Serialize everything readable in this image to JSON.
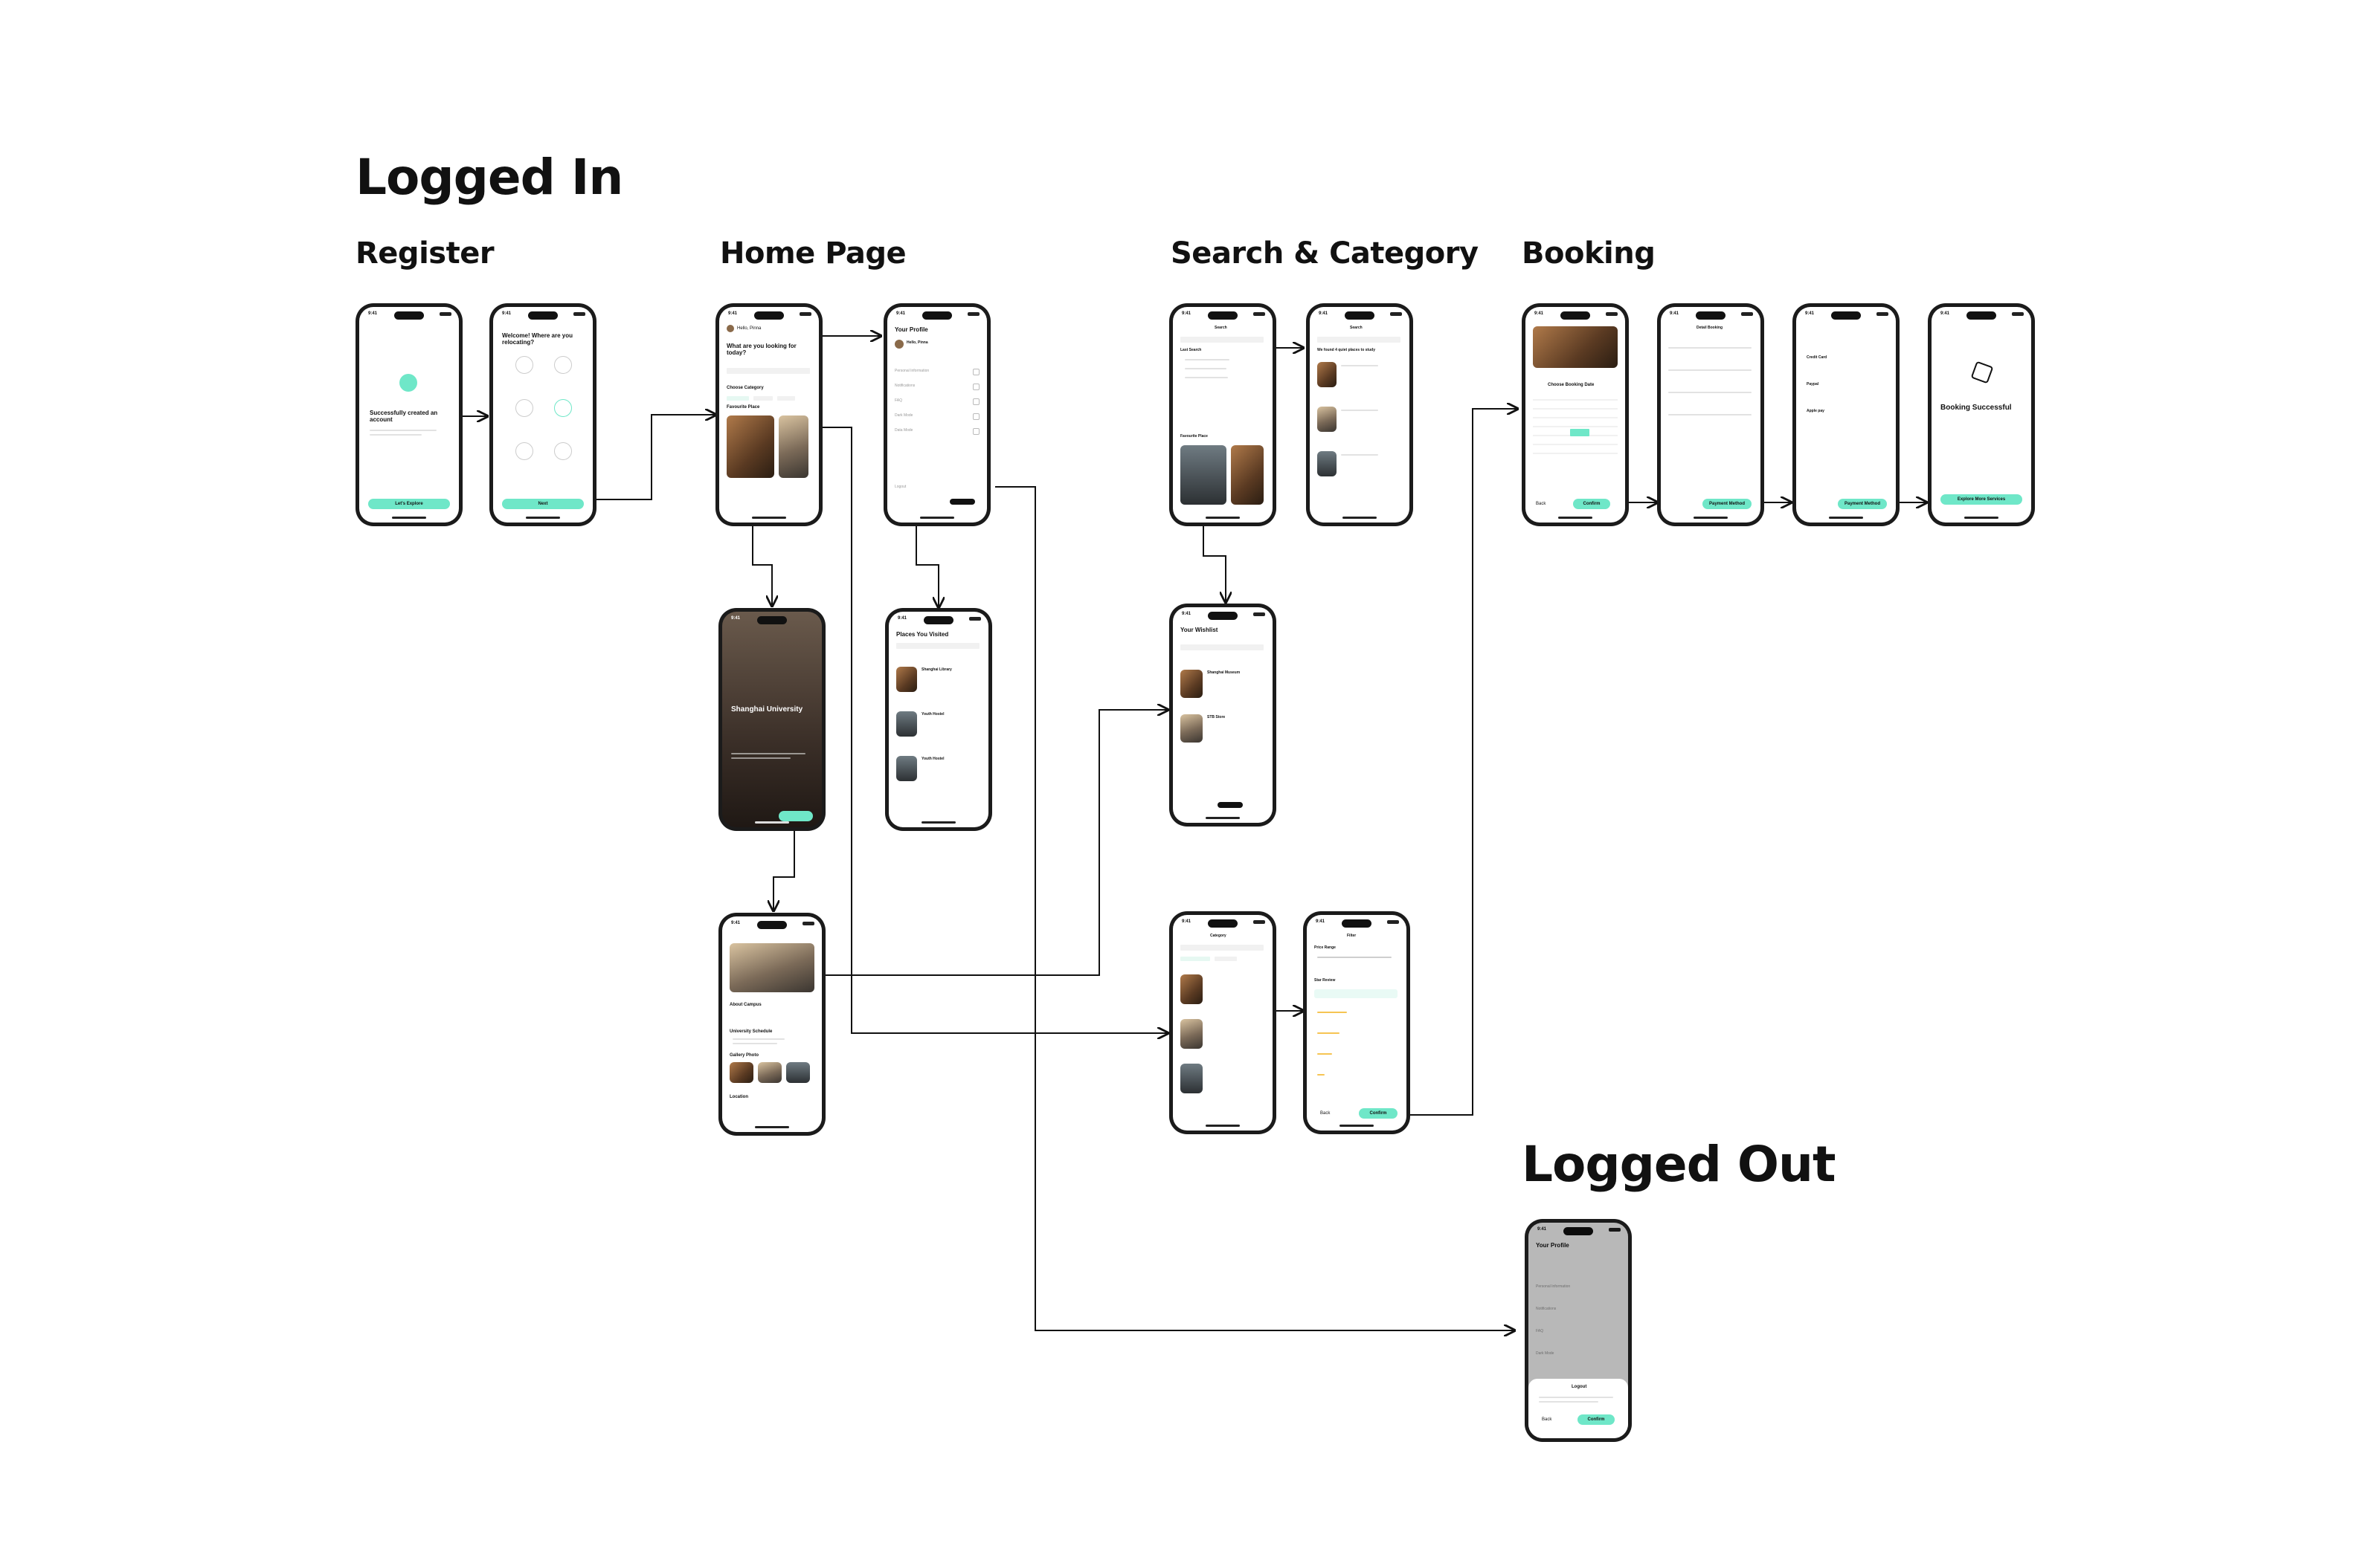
{
  "headings": {
    "logged_in": "Logged In",
    "register": "Register",
    "home_page": "Home Page",
    "search_category": "Search & Category",
    "booking": "Booking",
    "logged_out": "Logged Out"
  },
  "status_time": "9:41",
  "register": {
    "success_title": "Successfully created an account",
    "success_button": "Let's Explore",
    "welcome_title": "Welcome! Where are you relocating?",
    "next_button": "Next"
  },
  "home": {
    "user": "Hello, Pinna",
    "question": "What are you looking for today?",
    "choose_category": "Choose Category",
    "favourite_places": "Favourite Place"
  },
  "profile": {
    "title": "Your Profile",
    "items": [
      "Personal Information",
      "Notifications",
      "FAQ",
      "Dark Mode",
      "Data Mode"
    ],
    "logout": "Logout"
  },
  "detail": {
    "university": "Shanghai University",
    "about": "About Campus",
    "schedule": "University Schedule",
    "gallery": "Gallery Photo",
    "location": "Location"
  },
  "places_visited": {
    "title": "Places You Visited",
    "items": [
      "Shanghai Library",
      "Youth Hostel",
      "Youth Hostel"
    ]
  },
  "search": {
    "title": "Search",
    "last_search": "Last Search",
    "favourite_place": "Favourite Place",
    "results_title": "We found 4 quiet places to study"
  },
  "wishlist": {
    "title": "Your Wishlist",
    "items": [
      "Shanghai Museum",
      "STB Store"
    ]
  },
  "category": {
    "title": "Category",
    "filter_title": "Filter",
    "price_range": "Price Range",
    "star_review": "Star Review",
    "back": "Back",
    "confirm": "Confirm"
  },
  "booking": {
    "choose_date": "Choose Booking Date",
    "back": "Back",
    "confirm": "Confirm",
    "detail_title": "Detail Booking",
    "payment_button": "Payment Method",
    "methods": [
      "Credit Card",
      "Paypal",
      "Apple pay"
    ],
    "success_title": "Booking Successful",
    "success_button": "Explore More Services"
  },
  "logout_dialog": {
    "title": "Logout",
    "back": "Back",
    "confirm": "Confirm"
  }
}
